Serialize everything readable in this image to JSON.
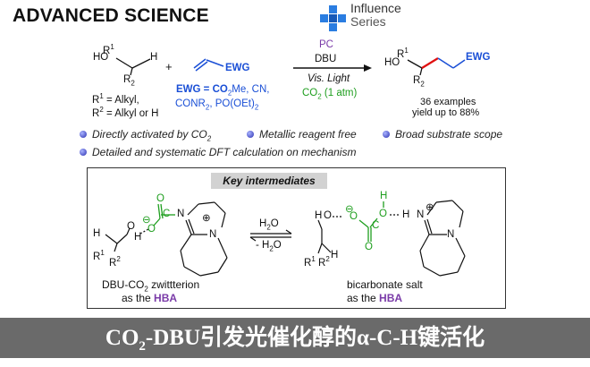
{
  "header": {
    "journal": "ADVANCED SCIENCE",
    "series_line1": "Influence",
    "series_line2": "Series"
  },
  "reaction": {
    "alcohol": {
      "r1": "R",
      "r1_sup": "1",
      "oh": "HO",
      "h": "H",
      "r2": "R",
      "r2_sub": "2"
    },
    "plus": "+",
    "ewg_label": "EWG",
    "conditions": {
      "pc": "PC",
      "base": "DBU",
      "light": "Vis. Light",
      "co2": "CO",
      "co2_sub": "2",
      "co2_pressure": "(1 atm)"
    },
    "r_defs_1": "R",
    "r_defs_1_sup": "1",
    "r_defs_1_rest": " = Alkyl,",
    "r_defs_2": "R",
    "r_defs_2_sup": "2",
    "r_defs_2_rest": " = Alkyl or H",
    "ewg_def_1": "EWG = CO",
    "ewg_def_1_sub": "2",
    "ewg_def_1_rest": "Me, CN,",
    "ewg_def_2": "CONR",
    "ewg_def_2_sub": "2",
    "ewg_def_2_mid": ", PO(OEt)",
    "ewg_def_2_sub2": "2",
    "product": {
      "r1": "R",
      "r1_sup": "1",
      "oh": "HO",
      "r2": "R",
      "r2_sub": "2",
      "ewg": "EWG"
    },
    "examples": "36 examples",
    "yield": "yield up to 88%"
  },
  "bullets": [
    {
      "text": "Directly activated by CO",
      "sub": "2"
    },
    {
      "text": "Metallic reagent free"
    },
    {
      "text": "Broad substrate scope"
    },
    {
      "text": "Detailed and systematic DFT calculation on mechanism"
    }
  ],
  "intermediates": {
    "title": "Key intermediates",
    "left_caption_1": "DBU-CO",
    "left_caption_1_sub": "2",
    "left_caption_1_rest": " zwittterion",
    "left_caption_2": "as the ",
    "left_caption_2_hba": "HBA",
    "right_caption_1": "bicarbonate salt",
    "right_caption_2": "as the ",
    "right_caption_2_hba": "HBA",
    "eq_top": "H",
    "eq_top_sub": "2",
    "eq_top_rest": "O",
    "eq_bottom": "- H",
    "eq_bottom_sub": "2",
    "eq_bottom_rest": "O",
    "atoms": {
      "o": "O",
      "h": "H",
      "n": "N",
      "c": "C",
      "minus": "⊖",
      "plus": "⊕",
      "r1": "R",
      "r1_sup": "1",
      "r2": "R",
      "r2_sup": "2"
    }
  },
  "banner": {
    "pre": "CO",
    "sub": "2",
    "rest": "-DBU引发光催化醇的α-C-H键活化"
  },
  "colors": {
    "blue": "#1a4fd6",
    "green": "#1e9e1e",
    "red": "#e01010",
    "purple": "#7a3ba8",
    "banner_bg": "#6a6a6a"
  }
}
